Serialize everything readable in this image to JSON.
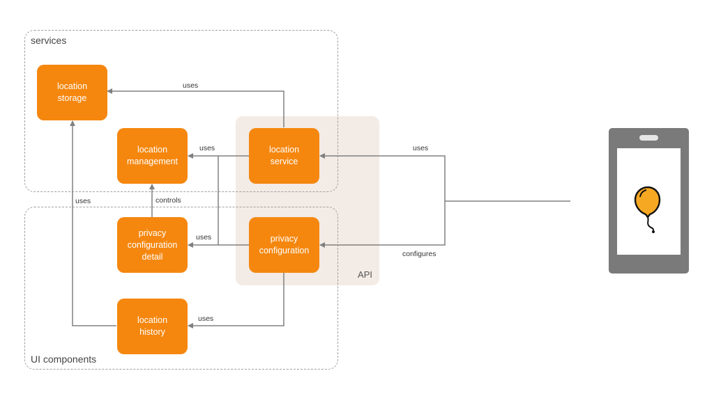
{
  "groups": {
    "services": "services",
    "ui_components": "UI components",
    "api": "API"
  },
  "nodes": {
    "location_storage": "location\nstorage",
    "location_management": "location\nmanagement",
    "location_service": "location\nservice",
    "privacy_configuration_detail": "privacy\nconfiguration\ndetail",
    "privacy_configuration": "privacy\nconfiguration",
    "location_history": "location\nhistory"
  },
  "edges": {
    "service_uses_storage": "uses",
    "service_uses_management": "uses",
    "history_uses_storage": "uses",
    "detail_controls_management": "controls",
    "privacy_uses_detail": "uses",
    "privacy_uses_history": "uses",
    "app_uses_service": "uses",
    "app_configures_privacy": "configures"
  },
  "colors": {
    "node_fill": "#f5870f",
    "api_fill": "#f3ebe5",
    "arrow": "#808080",
    "phone": "#7a7a7a",
    "logo_fill": "#f7a823"
  },
  "icons": {
    "phone": "smartphone-icon",
    "app_logo": "balloon-logo-icon"
  }
}
